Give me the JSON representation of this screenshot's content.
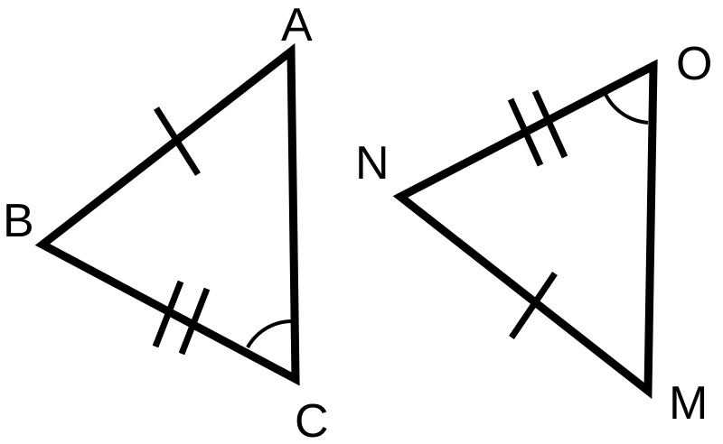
{
  "left_triangle": {
    "vertices": {
      "a": "A",
      "b": "B",
      "c": "C"
    },
    "single_tick_side": "AB",
    "double_tick_side": "BC",
    "angle_mark_at": "C"
  },
  "right_triangle": {
    "vertices": {
      "n": "N",
      "o": "O",
      "m": "M"
    },
    "single_tick_side": "NM",
    "double_tick_side": "NO",
    "angle_mark_at": "O"
  },
  "colors": {
    "stroke": "#000000",
    "background": "#ffffff"
  }
}
